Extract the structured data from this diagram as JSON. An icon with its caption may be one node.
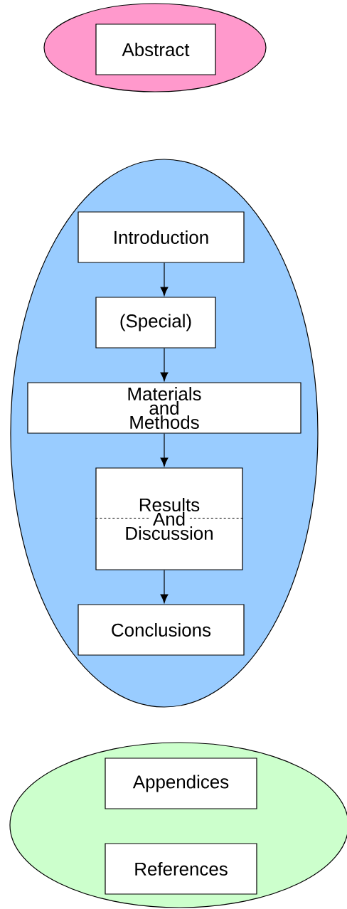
{
  "diagram": {
    "nodes": [
      {
        "text": [],
        "shape": "ellipse"
      },
      {
        "text": [
          "Abstract"
        ],
        "in": 0
      },
      {
        "text": [],
        "shape": "ellipse"
      },
      {
        "text": [
          "Introduction"
        ],
        "in": 2
      },
      {
        "text": [
          "(Special)"
        ],
        "in": 2
      },
      {
        "text": [
          "Materials and Methods"
        ],
        "in": 2
      },
      {
        "text": [
          "Results And Discussion"
        ],
        "in": 2
      },
      {
        "text": [
          "Conclusions"
        ],
        "in": 2
      },
      {
        "text": [],
        "shape": "ellipse"
      },
      {
        "text": [
          "Appendices"
        ],
        "in": 8
      },
      {
        "text": [
          "References"
        ],
        "in": 8
      }
    ],
    "edges": [
      {
        "from": 3,
        "to": 4,
        "arrow": "to"
      },
      {
        "from": 4,
        "to": 5,
        "arrow": "to"
      },
      {
        "from": 5,
        "to": 6,
        "arrow": "to"
      },
      {
        "from": 6,
        "to": 7,
        "arrow": "to"
      }
    ]
  }
}
